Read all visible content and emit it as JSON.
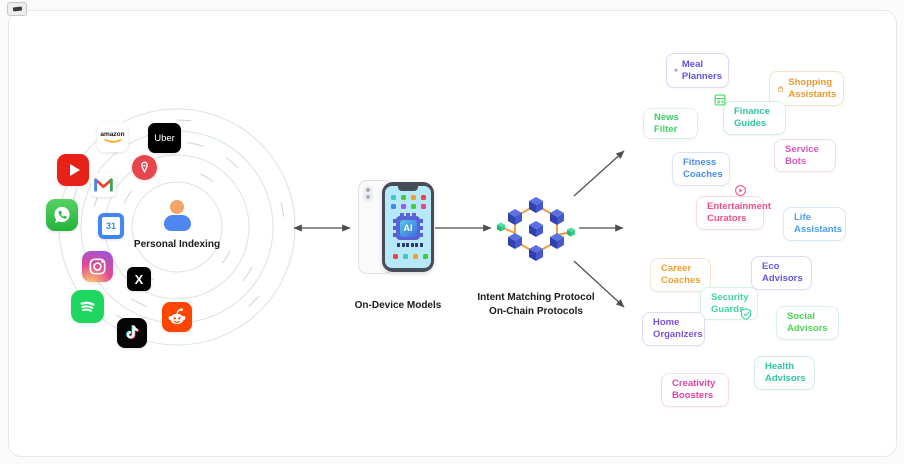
{
  "hub": {
    "label": "Personal Indexing",
    "apps": [
      {
        "name": "amazon",
        "text": "amazon"
      },
      {
        "name": "uber",
        "text": "Uber"
      },
      {
        "name": "youtube"
      },
      {
        "name": "gmail"
      },
      {
        "name": "airbnb"
      },
      {
        "name": "whatsapp"
      },
      {
        "name": "google-calendar",
        "text": "31"
      },
      {
        "name": "instagram"
      },
      {
        "name": "x",
        "text": "X"
      },
      {
        "name": "spotify"
      },
      {
        "name": "tiktok"
      },
      {
        "name": "reddit"
      }
    ]
  },
  "device": {
    "label": "On-Device Models",
    "chip_text": "AI"
  },
  "protocol": {
    "label_line1": "Intent Matching Protocol",
    "label_line2": "On-Chain Protocols"
  },
  "colors": {
    "cube_blue": "#4457cf",
    "link_orange": "#f59e40",
    "node_green": "#3ddc97",
    "arrow_gray": "#4d4d4d",
    "ring_teal": "#d7e5e2"
  },
  "agents": [
    {
      "label": "Meal Planners",
      "color": "#6254e3",
      "border": "#ddd9f3",
      "icon": "gem-icon"
    },
    {
      "label": "Shopping Assistants",
      "color": "#f0992e",
      "border": "#f3e3c9",
      "icon": "shopping-bag-icon"
    },
    {
      "label": "Finance Guides",
      "color": "#2fc7a2",
      "border": "#d6ede5",
      "icon": "calculator-icon"
    },
    {
      "label": "News Filter",
      "color": "#3fcf6a",
      "border": "#dbf0e0"
    },
    {
      "label": "Service Bots",
      "color": "#da57c0",
      "border": "#f2dcee"
    },
    {
      "label": "Fitness Coaches",
      "color": "#4a8df0",
      "border": "#d9e5f6"
    },
    {
      "label": "Entertainment Curators",
      "color": "#f04f8a",
      "border": "#f6dbe6",
      "icon": "play-circle-icon"
    },
    {
      "label": "Life Assistants",
      "color": "#49a0f5",
      "border": "#d9e8f6"
    },
    {
      "label": "Career Coaches",
      "color": "#f0a032",
      "border": "#f3e6cc"
    },
    {
      "label": "Eco Advisors",
      "color": "#6557e2",
      "border": "#ddd9f3"
    },
    {
      "label": "Security Guards",
      "color": "#3fd5a1",
      "border": "#d8f1e7",
      "icon": "shield-check-icon"
    },
    {
      "label": "Home Organizers",
      "color": "#7b50e8",
      "border": "#e1daf5"
    },
    {
      "label": "Social Advisors",
      "color": "#4fd455",
      "border": "#dbf1db"
    },
    {
      "label": "Health Advisors",
      "color": "#2fc7a2",
      "border": "#d6ede5"
    },
    {
      "label": "Creativity Boosters",
      "color": "#e83fa5",
      "border": "#f5d9ec"
    }
  ]
}
